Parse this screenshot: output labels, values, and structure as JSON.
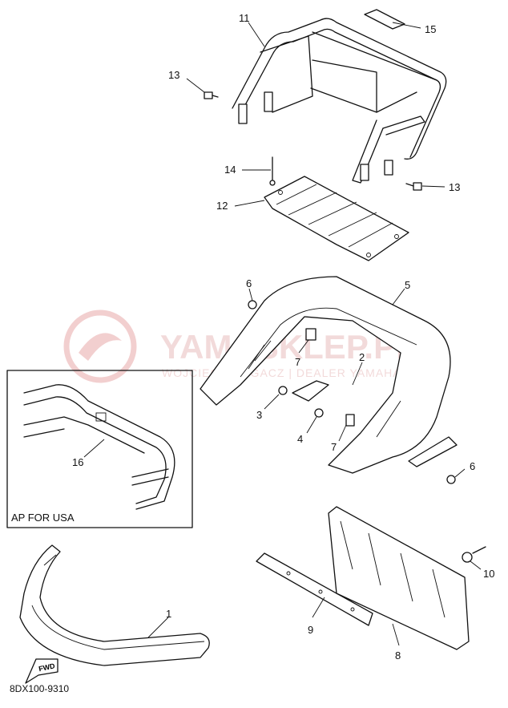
{
  "diagram": {
    "part_code": "8DX100-9310",
    "inset_label": "AP FOR USA",
    "fwd_label": "FWD",
    "watermark": {
      "brand": "YAMASKLEP.PL",
      "subtitle": "WOJCIECH ROGACZ | DEALER YAMAHA"
    },
    "callouts": [
      "11",
      "15",
      "13",
      "13",
      "14",
      "12",
      "6",
      "5",
      "7",
      "2",
      "3",
      "4",
      "7",
      "6",
      "16",
      "1",
      "9",
      "8",
      "10"
    ]
  }
}
